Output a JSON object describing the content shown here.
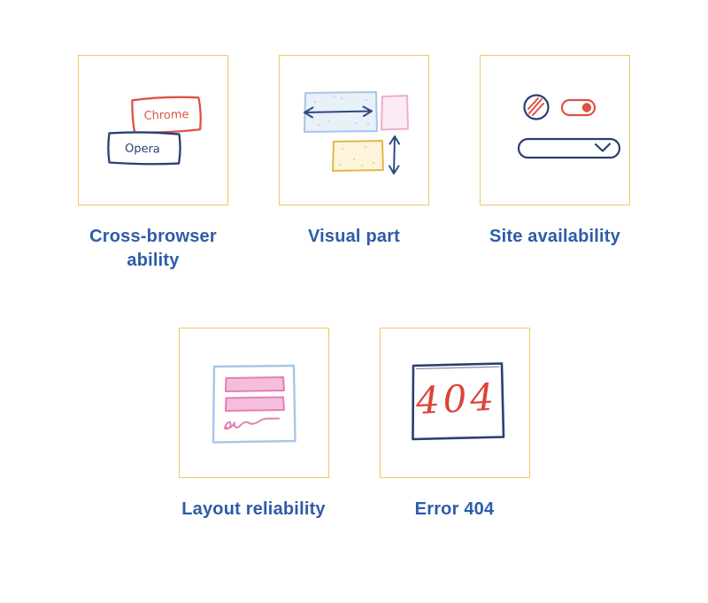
{
  "cards": [
    {
      "id": "cross-browser",
      "label": "Cross-browser ability"
    },
    {
      "id": "visual-part",
      "label": "Visual part"
    },
    {
      "id": "site-availability",
      "label": "Site availability"
    },
    {
      "id": "layout-reliability",
      "label": "Layout reliability"
    },
    {
      "id": "error-404",
      "label": "Error 404"
    }
  ],
  "illustrations": {
    "cross_browser": {
      "back_window_label": "Chrome",
      "front_window_label": "Opera"
    },
    "error_404": {
      "code": "404"
    }
  },
  "colors": {
    "card_border": "#ebc963",
    "label_text": "#2d5ca9",
    "navy": "#2b3f72",
    "red": "#dd5244",
    "pink": "#e47fb4",
    "light_blue": "#a6c6e5",
    "yellow": "#e2b84d"
  }
}
